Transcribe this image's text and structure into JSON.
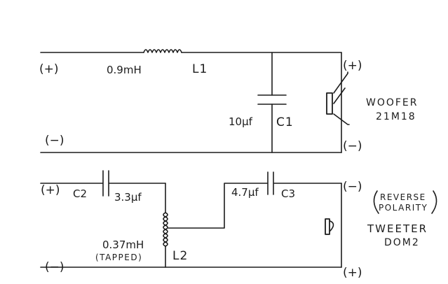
{
  "woofer_section": {
    "input_plus": "(+)",
    "input_minus": "(−)",
    "inductor": {
      "value": "0.9mH",
      "name": "L1"
    },
    "capacitor": {
      "value": "10μf",
      "name": "C1"
    },
    "speaker": {
      "plus": "(+)",
      "minus": "(−)",
      "name": "WOOFER",
      "model": "21M18"
    }
  },
  "tweeter_section": {
    "input_plus": "(+)",
    "input_minus": "(−)",
    "capacitor_c2": {
      "name": "C2",
      "value": "3.3μf"
    },
    "capacitor_c3": {
      "name": "C3",
      "value": "4.7μf"
    },
    "inductor": {
      "value": "0.37mH",
      "note": "(TAPPED)",
      "name": "L2"
    },
    "speaker": {
      "minus": "(−)",
      "plus": "(+)",
      "polarity_note_line1": "REVERSE",
      "polarity_note_line2": "POLARITY",
      "name": "TWEETER",
      "model": "DOM2"
    }
  }
}
